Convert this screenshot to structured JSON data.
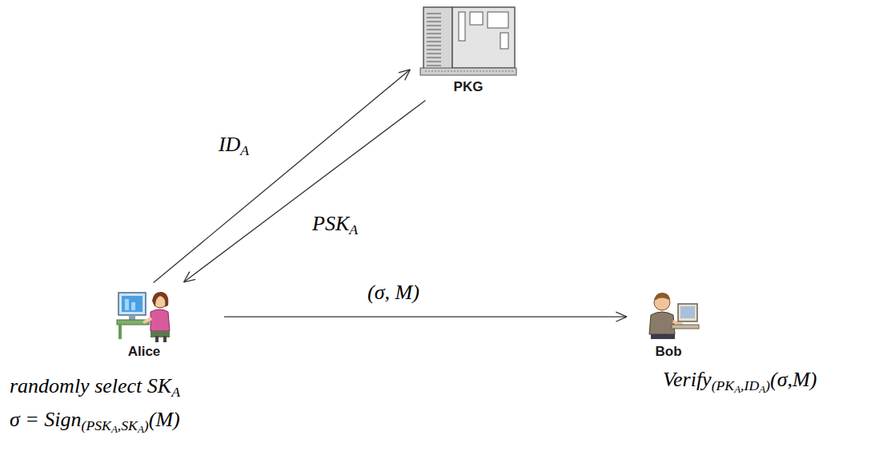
{
  "diagram": {
    "nodes": [
      {
        "text": [
          "PKG"
        ]
      },
      {
        "text": [
          "Alice"
        ]
      },
      {
        "text": [
          "Bob"
        ]
      }
    ],
    "edges": [
      {
        "from": 1,
        "to": 0,
        "arrow": "to",
        "label": "IDA"
      },
      {
        "from": 0,
        "to": 1,
        "arrow": "to",
        "label": "PSKA"
      },
      {
        "from": 1,
        "to": 2,
        "arrow": "to",
        "label": "(σ, M)"
      }
    ],
    "labels": [
      "randomly select SKA",
      "σ = Sign(PSKA,SKA)(M)",
      "Verify(PKA,IDA)(σ,M)"
    ]
  }
}
